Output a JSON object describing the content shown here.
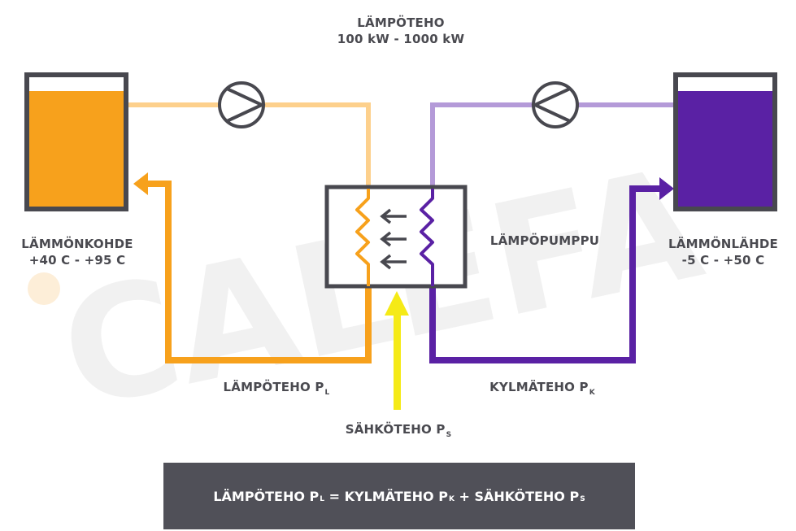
{
  "colors": {
    "hot": "#f7a11c",
    "hot_light": "#fdd08c",
    "cold": "#5a21a4",
    "cold_light": "#b49ad8",
    "electric": "#f5ea17",
    "outline": "#48484f",
    "text": "#4a4a50",
    "formula_bg": "#505058",
    "watermark": "#f0f0f0"
  },
  "header": {
    "title": "LÄMPÖTEHO",
    "range": "100 kW - 1000 kW"
  },
  "sink": {
    "name": "LÄMMÖNKOHDE",
    "range": "+40 C - +95 C"
  },
  "source": {
    "name": "LÄMMÖNLÄHDE",
    "range": "-5 C - +50 C"
  },
  "heat_pump": {
    "label": "LÄMPÖPUMPPU"
  },
  "flows": {
    "heat": {
      "label": "LÄMPÖTEHO P",
      "sub": "L"
    },
    "cooling": {
      "label": "KYLMÄTEHO P",
      "sub": "K"
    },
    "electric": {
      "label": "SÄHKÖTEHO P",
      "sub": "S"
    }
  },
  "formula": {
    "part1": "LÄMPÖTEHO P",
    "sub1": "L",
    "eq": " = ",
    "part2": "KYLMÄTEHO P",
    "sub2": "K",
    "plus": " + ",
    "part3": "SÄHKÖTEHO P",
    "sub3": "S"
  },
  "watermark": "CALEFA",
  "icons": [
    "circulation-pump-icon",
    "circulation-pump-icon",
    "flow-arrow-icon"
  ]
}
